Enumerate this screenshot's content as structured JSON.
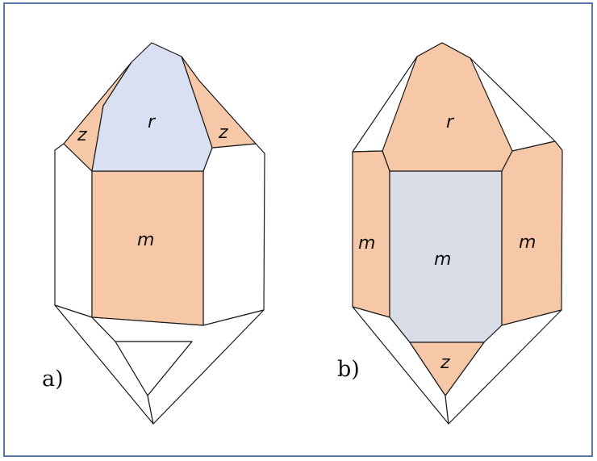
{
  "colors": {
    "orange_face": "#f6c8a8",
    "blue_face_a": "#d8e0f1",
    "gray_blue_face_b": "#d8dde7",
    "white_face": "#ffffff",
    "edge": "#1a1a1a",
    "frame_border": "#5a79a8"
  },
  "panel_a": {
    "label": "a)",
    "faces": {
      "r": "r",
      "z_left": "z",
      "z_right": "z",
      "m": "m"
    }
  },
  "panel_b": {
    "label": "b)",
    "faces": {
      "r": "r",
      "m_left": "m",
      "m_center": "m",
      "m_right": "m",
      "z_bottom": "z"
    }
  }
}
